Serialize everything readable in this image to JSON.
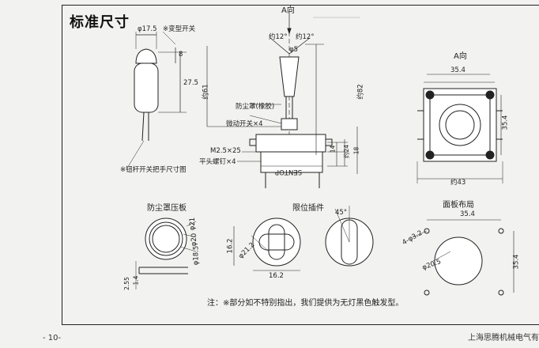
{
  "title": "标准尺寸",
  "views": {
    "a_direction": "A向",
    "a_direction_right": "A向",
    "dust_shield_ring": "防尘罩压板",
    "limit_plate": "限位插件",
    "panel_layout": "面板布局"
  },
  "left_view": {
    "dia_17_5": "φ17.5",
    "variety_handle": "※变型开关",
    "dim_27_5": "27.5",
    "dim_8": "8",
    "caption": "※钮杆开关把手尺寸图"
  },
  "center_view": {
    "angle_left": "约12°",
    "angle_right": "约12°",
    "dia_5": "φ5",
    "dim_61": "约61",
    "dim_82": "约82",
    "dust_cover": "防尘罩(橡胶)",
    "micro_switch": "微动开关×4",
    "screw": "M2.5×25",
    "flat_screw": "平头螺钉×4",
    "dim_14": "14",
    "dim_24": "约24",
    "dim_18": "18",
    "brand": "SENTOP"
  },
  "right_view": {
    "dim_35_4_top": "35.4",
    "dim_35_4_side": "35.4",
    "dim_43": "约43"
  },
  "dust_ring": {
    "dia_21": "φ21",
    "dia_20": "φ20",
    "dia_18_5": "φ18.5",
    "dim_2_55": "2.55",
    "dim_1_4": "1.4"
  },
  "limit_view": {
    "dim_16_2_v": "16.2",
    "dim_16_2_h": "16.2",
    "dia_21_2": "φ21.2",
    "angle_45": "45°"
  },
  "panel": {
    "dim_35_4_h": "35.4",
    "dim_35_4_v": "35.4",
    "holes": "4-φ3.2",
    "dia_20_5": "φ20.5"
  },
  "note": "注：※部分如不特别指出，我们提供为无灯黑色触发型。",
  "page_number": "- 10-",
  "company": "上海思腾机械电气有"
}
